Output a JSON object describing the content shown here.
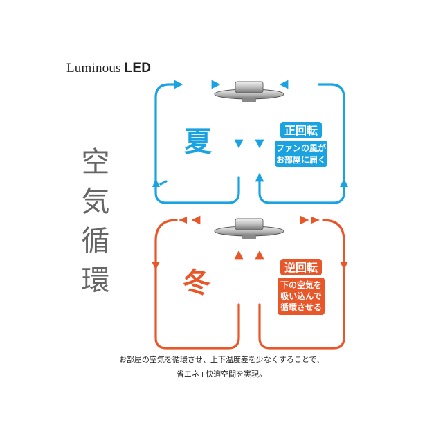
{
  "brand": {
    "name": "Luminous",
    "suffix": "LED"
  },
  "title_vertical": [
    "空",
    "気",
    "循",
    "環"
  ],
  "summer": {
    "season": "夏",
    "mode": "正回転",
    "desc": [
      "ファンの風が",
      "お部屋に届く"
    ],
    "color": "#1aa3e0"
  },
  "winter": {
    "season": "冬",
    "mode": "逆回転",
    "desc": [
      "下の空気を",
      "吸い込んで",
      "循環させる"
    ],
    "color": "#e8572a"
  },
  "caption": [
    "お部屋の空気を循環させ、上下温度差を少なくすることで、",
    "省エネ+快適空間を実現。"
  ]
}
